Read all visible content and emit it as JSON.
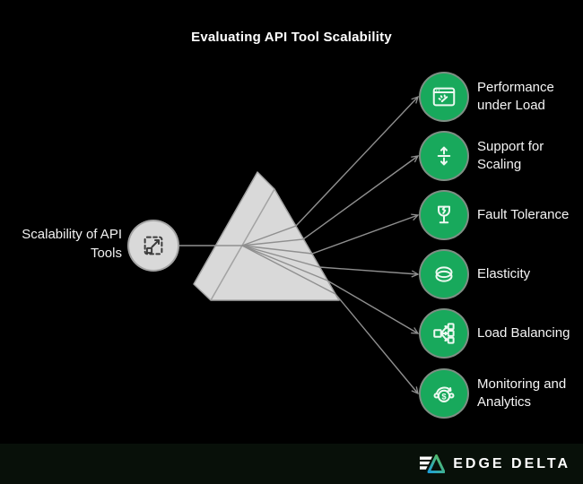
{
  "title": "Evaluating API Tool Scalability",
  "source": {
    "label": "Scalability of API Tools",
    "icon": "scale-resize-icon"
  },
  "outputs": [
    {
      "label": "Performance under Load",
      "icon": "browser-gauge-icon"
    },
    {
      "label": "Support for Scaling",
      "icon": "up-down-arrows-icon"
    },
    {
      "label": "Fault Tolerance",
      "icon": "fragile-glass-icon"
    },
    {
      "label": "Elasticity",
      "icon": "elastic-band-icon"
    },
    {
      "label": "Load Balancing",
      "icon": "load-balancer-icon"
    },
    {
      "label": "Monitoring and Analytics",
      "icon": "dollar-cycle-icon"
    }
  ],
  "footer": {
    "brand": "EDGE DELTA",
    "logo": "edge-delta-logo"
  },
  "colors": {
    "background": "#000000",
    "footer_band": "#081009",
    "node_green": "#18a95c",
    "node_gray": "#d9d9d9",
    "line_gray": "#8f8f8f",
    "prism_fill": "#d9d9d9",
    "brand_green": "#62c24e",
    "brand_blue": "#1da0d8",
    "text": "#f5f5f5"
  }
}
